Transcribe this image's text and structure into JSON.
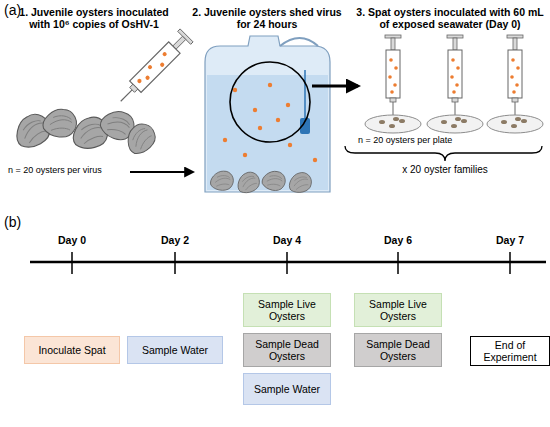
{
  "diagram": {
    "nodes": [
      {
        "text": [
          "Inoculate Spat"
        ]
      },
      {
        "text": [
          "Sample Water"
        ]
      },
      {
        "text": [
          "Sample Live Oysters"
        ]
      },
      {
        "text": [
          "Sample Dead Oysters"
        ]
      },
      {
        "text": [
          "Sample Water"
        ]
      },
      {
        "text": [
          "Sample Live Oysters"
        ]
      },
      {
        "text": [
          "Sample Dead Oysters"
        ]
      },
      {
        "text": [
          "End of Experiment"
        ]
      }
    ],
    "labels": [
      "(a)",
      "1. Juvenile oysters inoculated with 10⁶ copies of OsHV-1",
      "n = 20 oysters per virus",
      "2. Juvenile oysters shed virus for 24 hours",
      "3. Spat oysters inoculated with 60 mL of exposed seawater (Day 0)",
      "n = 20 oysters per plate",
      "x 20 oyster families",
      "(b)",
      "Day 0",
      "Day 2",
      "Day 4",
      "Day 6",
      "Day 7"
    ]
  }
}
